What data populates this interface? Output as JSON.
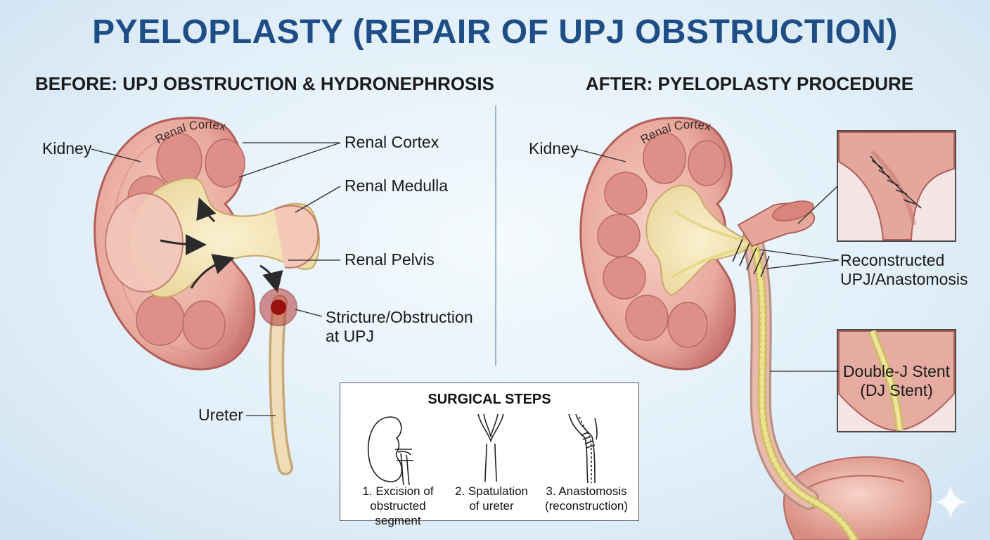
{
  "title": "PYELOPLASTY (REPAIR OF UPJ OBSTRUCTION)",
  "before": {
    "heading": "BEFORE: UPJ OBSTRUCTION & HYDRONEPHROSIS",
    "cortex_arc_label": "Renal Cortex",
    "labels": {
      "kidney": "Kidney",
      "renal_cortex": "Renal Cortex",
      "renal_medulla": "Renal Medulla",
      "renal_pelvis": "Renal Pelvis",
      "stricture_line1": "Stricture/Obstruction",
      "stricture_line2": "at UPJ",
      "ureter": "Ureter"
    }
  },
  "after": {
    "heading": "AFTER: PYELOPLASTY PROCEDURE",
    "cortex_arc_label": "Renal Cortex",
    "labels": {
      "kidney": "Kidney",
      "reconstructed_line1": "Reconstructed",
      "reconstructed_line2": "UPJ/Anastomosis",
      "stent_line1": "Double-J Stent",
      "stent_line2": "(DJ Stent)"
    }
  },
  "surgical_steps": {
    "title": "SURGICAL STEPS",
    "steps": [
      {
        "line1": "1. Excision of",
        "line2": "obstructed segment"
      },
      {
        "line1": "2. Spatulation",
        "line2": "of ureter"
      },
      {
        "line1": "3. Anastomosis",
        "line2": "(reconstruction)"
      }
    ]
  },
  "colors": {
    "title": "#1f4e86",
    "kidney_outer": "#c9736e",
    "kidney_fill": "#ecb3a8",
    "pyramid": "#d98c86",
    "pelvis": "#f1dfae",
    "stent": "#e6d88a",
    "obstruction": "#a01818"
  },
  "icons": [
    "sparkle-icon"
  ]
}
